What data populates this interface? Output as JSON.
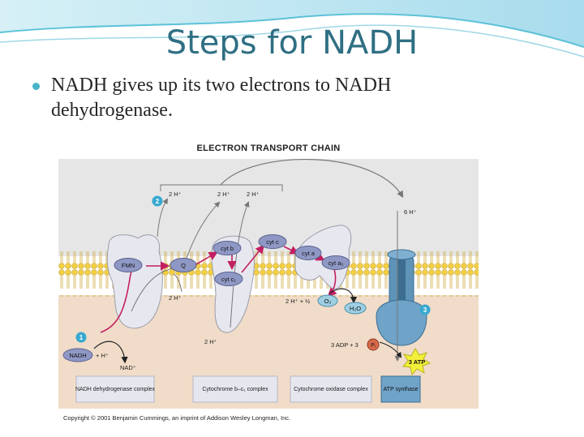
{
  "slide": {
    "title": "Steps for NADH",
    "bullets": [
      "NADH gives up its two electrons to NADH dehydrogenase."
    ]
  },
  "figure": {
    "title": "ELECTRON TRANSPORT CHAIN",
    "steps": [
      "1",
      "2",
      "3"
    ],
    "proton_labels": {
      "h1": "2 H⁺",
      "h2": "2 H⁺",
      "h3": "2 H⁺",
      "h6": "6 H⁺",
      "h_in1": "2 H⁺",
      "h_in2": "2 H⁺"
    },
    "carriers": {
      "fmn": "FMN",
      "q": "Q",
      "cytb": "cyt b",
      "cytc1": "cyt c₁",
      "cytc": "cyt c",
      "cyta": "cyt a",
      "cyta3": "cyt a₃"
    },
    "reactions": {
      "nadh": "NADH",
      "plus_h": "+ H⁺",
      "nad": "NAD⁺",
      "oxygen_left": "2 H⁺ + ½",
      "o2": "O₂",
      "h2o": "H₂O",
      "adp": "3 ADP + 3",
      "pi": "Pᵢ",
      "atp": "3 ATP"
    },
    "complexes": [
      "NADH dehydrogenase complex",
      "Cytochrome b–c₁ complex",
      "Cytochrome oxidase complex",
      "ATP synthase"
    ],
    "copyright": "Copyright © 2001 Benjamin Cummings, an imprint of Addison Wesley Longman, Inc."
  },
  "colors": {
    "title": "#2f6f83",
    "bullet": "#47b5c7",
    "intermembrane": "#e8e8e8",
    "matrix": "#f0dcc8",
    "lipid_head": "#f2cf45",
    "carrier": "#8f98c4",
    "protein": "#e7e8ef",
    "atp_synthase": "#5f93b8",
    "electron_path": "#c31f62",
    "step_badge": "#37a9d0",
    "atp_burst": "#f2ef3a"
  }
}
